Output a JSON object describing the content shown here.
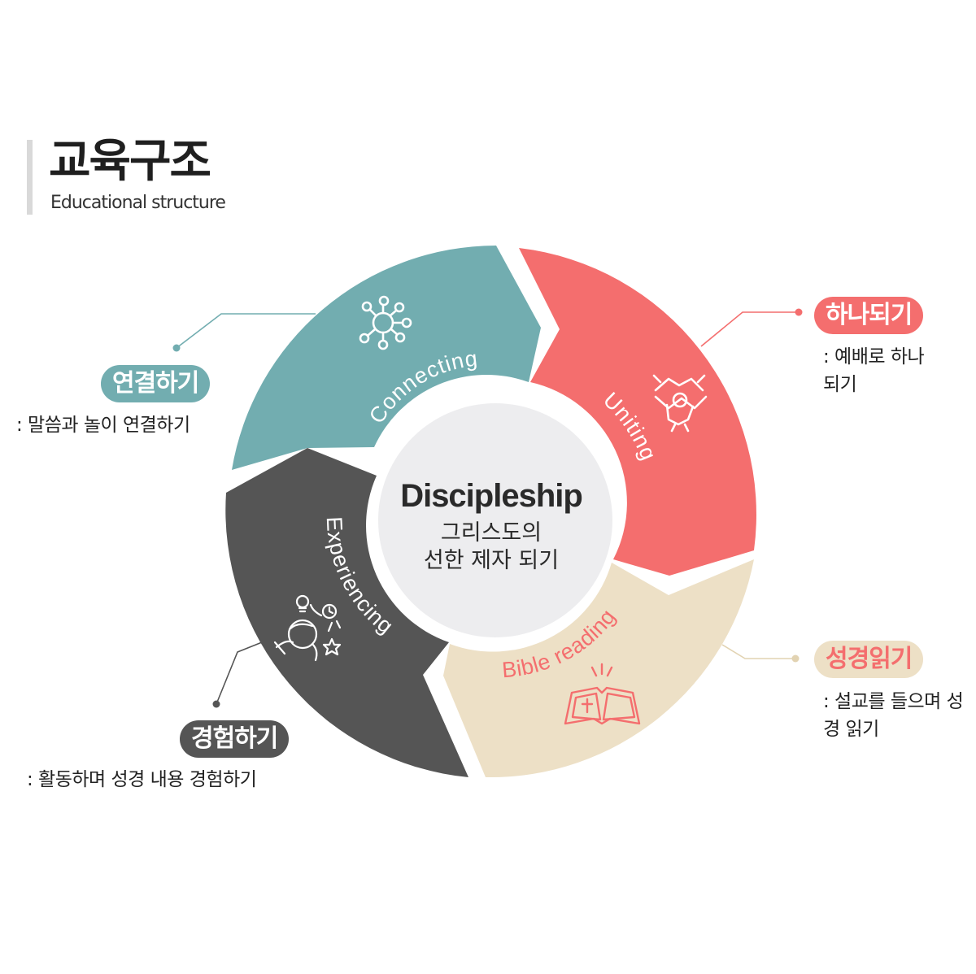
{
  "header": {
    "title": "교육구조",
    "subtitle": "Educational structure"
  },
  "center": {
    "title": "Discipleship",
    "line1": "그리스도의",
    "line2": "선한 제자 되기"
  },
  "segments": [
    {
      "id": "connecting",
      "label": "Connecting",
      "pill": "연결하기",
      "description": ": 말씀과 놀이 연결하기",
      "icon": "network-icon",
      "color": "#72adb0",
      "text_color": "#ffffff"
    },
    {
      "id": "uniting",
      "label": "Uniting",
      "pill": "하나되기",
      "description": ": 예배로 하나 되기",
      "icon": "joined-hands-icon",
      "color": "#f46e6e",
      "text_color": "#ffffff"
    },
    {
      "id": "bible-reading",
      "label": "Bible reading",
      "pill": "성경읽기",
      "description": ": 설교를 들으며 성경 읽기",
      "icon": "open-bible-icon",
      "color": "#ede0c6",
      "text_color": "#f46e6e"
    },
    {
      "id": "experiencing",
      "label": "Experiencing",
      "pill": "경험하기",
      "description": ": 활동하며 성경 내용 경험하기",
      "icon": "thinking-person-icon",
      "color": "#555555",
      "text_color": "#ffffff"
    }
  ],
  "colors": {
    "center_fill": "#ededef",
    "center_ring": "#ffffff",
    "title_bar": "#d9d9d9"
  }
}
